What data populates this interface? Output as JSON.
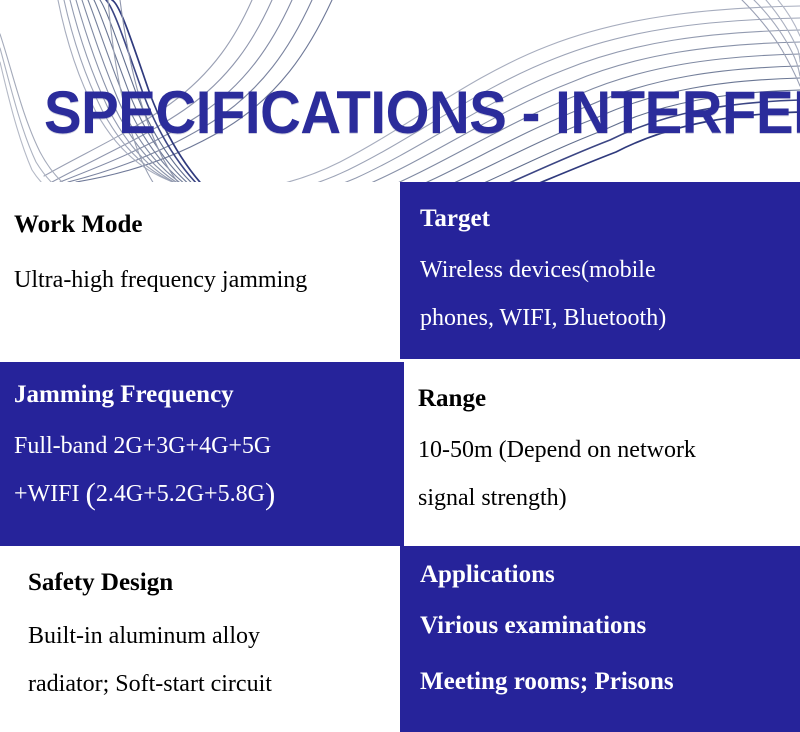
{
  "header": {
    "title": "SPECIFICATIONS - INTERFERENCE",
    "decoration_name": "wave-lines-graphic",
    "title_color": "#2b2c9b"
  },
  "theme": {
    "accent_blue": "#26239a",
    "white": "#ffffff",
    "text_black": "#000000"
  },
  "table": {
    "rows": [
      {
        "left": {
          "title": "Work Mode",
          "body_lines": [
            "Ultra-high frequency jamming"
          ],
          "style": "white"
        },
        "right": {
          "title": "Target",
          "body_lines": [
            "Wireless devices(mobile",
            "phones, WIFI, Bluetooth)"
          ],
          "style": "blue"
        }
      },
      {
        "left": {
          "title": "Jamming  Frequency",
          "body_lines": [
            "Full-band 2G+3G+4G+5G",
            "+WIFI (2.4G+5.2G+5.8G)"
          ],
          "style": "blue"
        },
        "right": {
          "title": "Range",
          "body_lines": [
            "10-50m (Depend on network",
            "signal strength)"
          ],
          "style": "white"
        }
      },
      {
        "left": {
          "title": "Safety Design",
          "body_lines": [
            "Built-in aluminum alloy",
            "radiator; Soft-start circuit"
          ],
          "style": "white"
        },
        "right": {
          "title": "Applications",
          "body_lines": [
            "Virious examinations",
            "Meeting rooms; Prisons"
          ],
          "style": "blue",
          "body_bold": true
        }
      }
    ]
  }
}
